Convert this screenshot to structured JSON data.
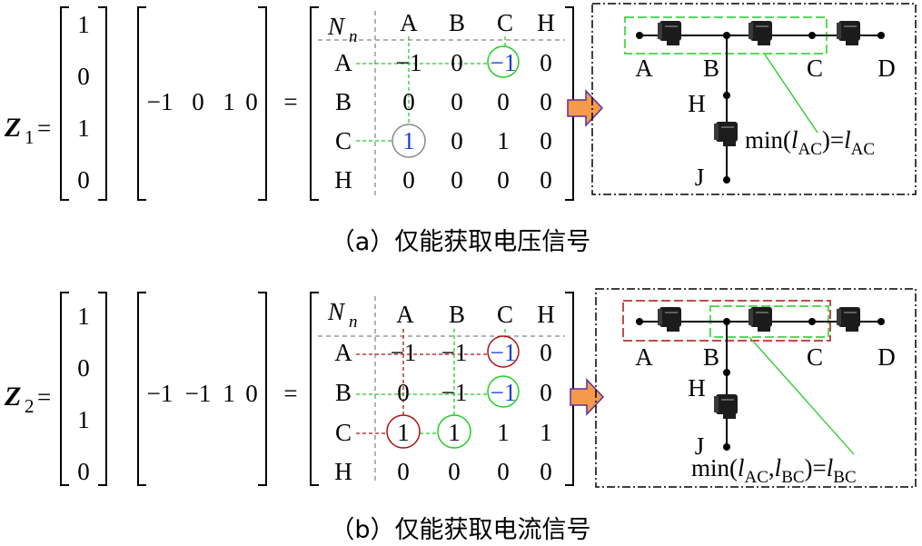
{
  "colors": {
    "blue_value": "#1a3fd6",
    "green_highlight": "#22cc22",
    "red_highlight": "#aa1111",
    "gray_circle": "#888888",
    "arrow_fill": "#f59a4a",
    "arrow_stroke": "#5a2fa0"
  },
  "panel_a": {
    "z_symbol": "Z",
    "z_sub": "1",
    "equals": "=",
    "vector": [
      "1",
      "0",
      "1",
      "0"
    ],
    "row_vector": [
      "−1",
      "0",
      "1",
      "0"
    ],
    "matrix_header": {
      "n_symbol": "N",
      "n_sub": "n",
      "cols": [
        "A",
        "B",
        "C",
        "H"
      ]
    },
    "matrix_rows": [
      {
        "label": "A",
        "cells": [
          "−1",
          "0",
          "−1",
          "0"
        ]
      },
      {
        "label": "B",
        "cells": [
          "0",
          "0",
          "0",
          "0"
        ]
      },
      {
        "label": "C",
        "cells": [
          "1",
          "0",
          "1",
          "0"
        ]
      },
      {
        "label": "H",
        "cells": [
          "0",
          "0",
          "0",
          "0"
        ]
      }
    ],
    "nodes": [
      "A",
      "B",
      "C",
      "D",
      "H",
      "J"
    ],
    "annotation": {
      "pre": "min(",
      "l1": "l",
      "s1": "AC",
      "mid": ")=",
      "l2": "l",
      "s2": "AC"
    },
    "caption": "（a）仅能获取电压信号"
  },
  "panel_b": {
    "z_symbol": "Z",
    "z_sub": "2",
    "equals": "=",
    "vector": [
      "1",
      "0",
      "1",
      "0"
    ],
    "row_vector": [
      "−1",
      "−1",
      "1",
      "0"
    ],
    "matrix_header": {
      "n_symbol": "N",
      "n_sub": "n",
      "cols": [
        "A",
        "B",
        "C",
        "H"
      ]
    },
    "matrix_rows": [
      {
        "label": "A",
        "cells": [
          "−1",
          "−1",
          "−1",
          "0"
        ]
      },
      {
        "label": "B",
        "cells": [
          "0",
          "−1",
          "−1",
          "0"
        ]
      },
      {
        "label": "C",
        "cells": [
          "1",
          "1",
          "1",
          "1"
        ]
      },
      {
        "label": "H",
        "cells": [
          "0",
          "0",
          "0",
          "0"
        ]
      }
    ],
    "nodes": [
      "A",
      "B",
      "C",
      "D",
      "H",
      "J"
    ],
    "annotation": {
      "pre": "min(",
      "l1": "l",
      "s1": "AC",
      "comma": ",",
      "l3": "l",
      "s3": "BC",
      "mid": ")=",
      "l2": "l",
      "s2": "BC"
    },
    "caption": "（b）仅能获取电流信号"
  }
}
